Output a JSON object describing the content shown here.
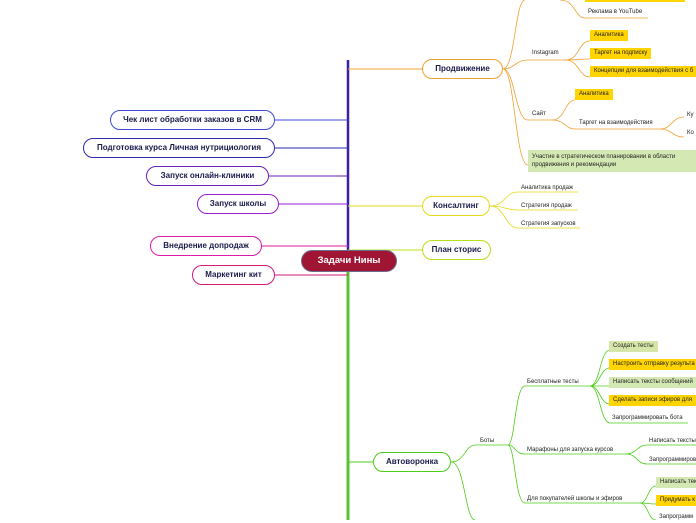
{
  "root": {
    "label": "Задачи Нины"
  },
  "left_branches": [
    {
      "label": "Чек лист обработки заказов в CRM",
      "color": "#3f4bd6"
    },
    {
      "label": "Подготовка курса Личная нутрициология",
      "color": "#2a2ab0"
    },
    {
      "label": "Запуск онлайн-клиники",
      "color": "#6a1fb5"
    },
    {
      "label": "Запуск школы",
      "color": "#9a1fd6"
    },
    {
      "label": "Внедрение допродаж",
      "color": "#e01aa6"
    },
    {
      "label": "Маркетинг кит",
      "color": "#d61a7a"
    }
  ],
  "right_branches": {
    "promotion": {
      "label": "Продвижение",
      "color": "#f0a030"
    },
    "consulting": {
      "label": "Консалтинг",
      "color": "#e6d81a"
    },
    "story_plan": {
      "label": "План сторис",
      "color": "#b8e01a"
    },
    "autofunnel": {
      "label": "Автоворонка",
      "color": "#4ecc1a"
    }
  },
  "promotion_children": {
    "youtube_ads": "Реклама в YouTube",
    "instagram": "Instagram",
    "instagram_items": [
      "Аналитика",
      "Таргет на подписку",
      "Концепции для взаимодействия с б"
    ],
    "site": "Сайт",
    "site_analytics": "Аналитика",
    "site_target": "Таргет на взаимодействия",
    "site_target_items": [
      "Ку",
      "Ко"
    ],
    "strategic": "Участие в стратегическом планировании в области продвижения и рекомендации"
  },
  "consulting_children": [
    "Аналитика продаж",
    "Стратегия продаж",
    "Стратегия запусков"
  ],
  "autofunnel_children": {
    "bots": "Боты",
    "free_tests": "Бесплатные тесты",
    "free_tests_items": [
      "Создать тесты",
      "Настроить отправку результа",
      "Написать тексты сообщений",
      "Сделать записи эфиров для",
      "Запрограммировать бота"
    ],
    "marathons": "Марафоны для запуска курсов",
    "marathons_items": [
      "Написать тексты",
      "Запрограммиров"
    ],
    "buyers": "Для покупателей школы и эфиров",
    "buyers_items": [
      "Написать тек",
      "Придумать к",
      "Запрограмм"
    ]
  }
}
